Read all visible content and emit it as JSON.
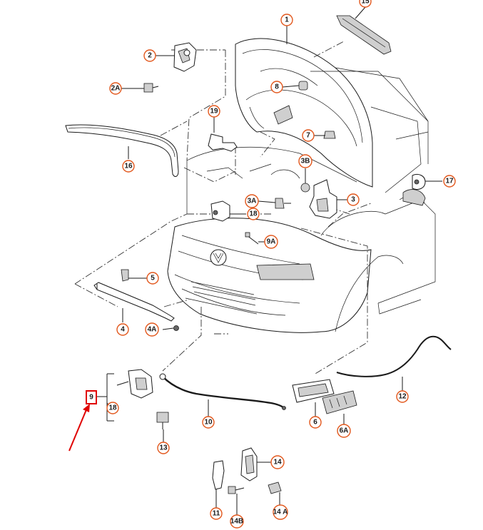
{
  "callouts": {
    "c1": "1",
    "c15": "15",
    "c2": "2",
    "c2A": "2A",
    "c8": "8",
    "c19": "19",
    "c7": "7",
    "c16": "16",
    "c3B": "3B",
    "c17": "17",
    "c3A": "3A",
    "c3": "3",
    "c18a": "18",
    "c9A": "9A",
    "c5": "5",
    "c4": "4",
    "c4A": "4A",
    "c9": "9",
    "c18b": "18",
    "c10": "10",
    "c13": "13",
    "c6": "6",
    "c6A": "6A",
    "c12": "12",
    "c14": "14",
    "c11": "11",
    "c14B": "14B",
    "c14A": "14 A"
  },
  "colors": {
    "accent": "#e2571c",
    "highlight": "#e00000",
    "line": "#1a1a1a"
  }
}
